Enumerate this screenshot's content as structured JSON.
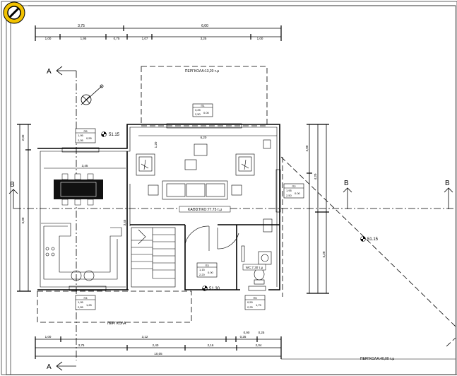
{
  "frame": {
    "badge_icon": "no-entry-icon",
    "pergola_top": "ΠΕΡΓΚΟΛΑ:13,20 τ.μ",
    "pergola_bottom": "ΠΕΡΓΚΟΛΑ",
    "pergola_right": "ΠΕΡΓΚΟΛΑ:40,00 τ.μ",
    "section_a_top": "A",
    "section_a_bottom": "A",
    "section_b_left": "B",
    "section_b_mid": "B",
    "section_b_right": "B"
  },
  "dimensions": {
    "top_overall": "6,00",
    "top_left": "3,75",
    "top_row": [
      "1,00",
      "1,95",
      "0,75",
      "1,07",
      "3,25",
      "1,00"
    ],
    "bottom_row1": [
      "1,00",
      "3,12",
      "0,25",
      "0,90",
      "0,25"
    ],
    "bottom_row2": [
      "3,75",
      "2,40",
      "2,16",
      "2,04"
    ],
    "bottom_overall": "10,05",
    "left_upper": "2,00",
    "left_lower": "6,00",
    "right_upper": "2,00",
    "right_mid": "4,20",
    "right_lower": "5,20",
    "interior_living": "6,20",
    "interior_dining": "3,45",
    "interior_vertical": "1,20",
    "interior_vertical2": "3,45"
  },
  "levels": {
    "upper_left": "51.15",
    "center": "51.30",
    "right": "51.15"
  },
  "rooms": {
    "living_label": "ΚΑΘΙΣΤΙΚΟ:77.75 τ.μ",
    "wc_label": "WC:7.30 τ.μ"
  },
  "openings": {
    "p1": {
      "code": "Π1",
      "w": "3,25",
      "h": "2,50",
      "s": "0.00"
    },
    "p2": {
      "code": "Π2",
      "w": "1,95",
      "h": "2,50",
      "s": "0.00"
    },
    "p3": {
      "code": "Π3",
      "w": "1,15",
      "h": "2,20",
      "s": "0.00"
    },
    "p4": {
      "code": "Π4",
      "w": "1,95",
      "h": "2,55",
      "s": "1,25"
    },
    "p5": {
      "code": "Π5",
      "w": "0,50",
      "h": "2,25",
      "s": "1,75"
    },
    "p6": {
      "code": "Π6",
      "w": "1,95",
      "h": "2,05",
      "s": "0,55"
    }
  }
}
